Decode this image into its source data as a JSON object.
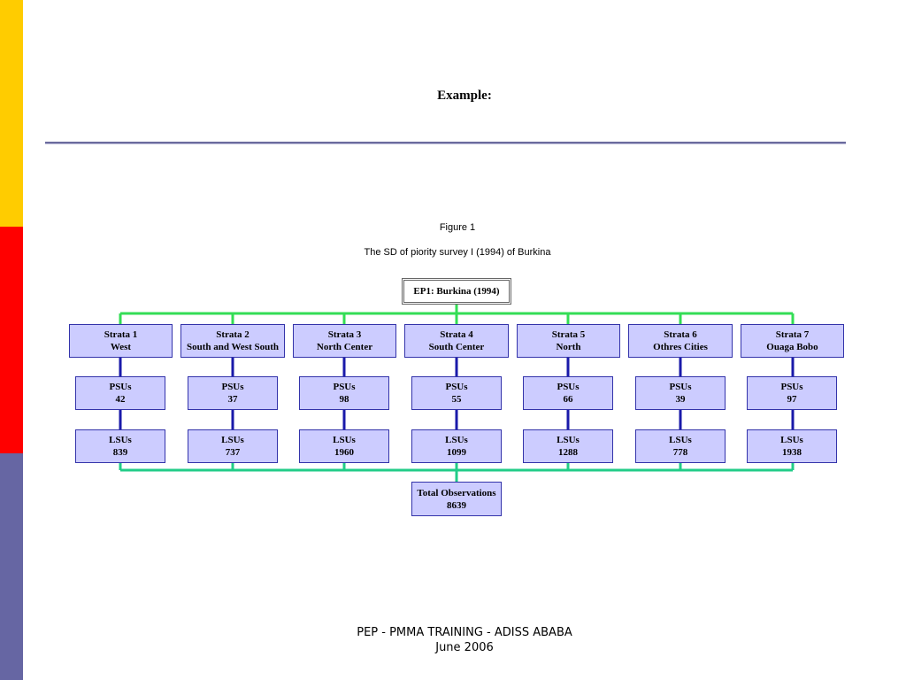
{
  "slide": {
    "title": "Example:",
    "footer_line1": "PEP - PMMA TRAINING - ADISS ABABA",
    "footer_line2": "June 2006"
  },
  "figure": {
    "label": "Figure 1",
    "caption": "The SD of piority survey I (1994) of Burkina"
  },
  "diagram": {
    "root": "EP1: Burkina (1994)",
    "strata": [
      {
        "name": "Strata 1",
        "region": "West",
        "psus_label": "PSUs",
        "psus": "42",
        "lsus_label": "LSUs",
        "lsus": "839"
      },
      {
        "name": "Strata 2",
        "region": "South and West South",
        "psus_label": "PSUs",
        "psus": "37",
        "lsus_label": "LSUs",
        "lsus": "737"
      },
      {
        "name": "Strata 3",
        "region": "North Center",
        "psus_label": "PSUs",
        "psus": "98",
        "lsus_label": "LSUs",
        "lsus": "1960"
      },
      {
        "name": "Strata 4",
        "region": "South Center",
        "psus_label": "PSUs",
        "psus": "55",
        "lsus_label": "LSUs",
        "lsus": "1099"
      },
      {
        "name": "Strata 5",
        "region": "North",
        "psus_label": "PSUs",
        "psus": "66",
        "lsus_label": "LSUs",
        "lsus": "1288"
      },
      {
        "name": "Strata 6",
        "region": "Othres Cities",
        "psus_label": "PSUs",
        "psus": "39",
        "lsus_label": "LSUs",
        "lsus": "778"
      },
      {
        "name": "Strata 7",
        "region": "Ouaga Bobo",
        "psus_label": "PSUs",
        "psus": "97",
        "lsus_label": "LSUs",
        "lsus": "1938"
      }
    ],
    "total_label": "Total Observations",
    "total_value": "8639"
  },
  "colors": {
    "side_yellow": "#ffcc00",
    "side_red": "#ff0000",
    "side_blue": "#6666a3",
    "node_fill": "#ccccff",
    "node_border": "#3333aa",
    "connector_green": "#33dd55",
    "connector_blue": "#1a1aaa",
    "connector_teal": "#22cc88"
  }
}
